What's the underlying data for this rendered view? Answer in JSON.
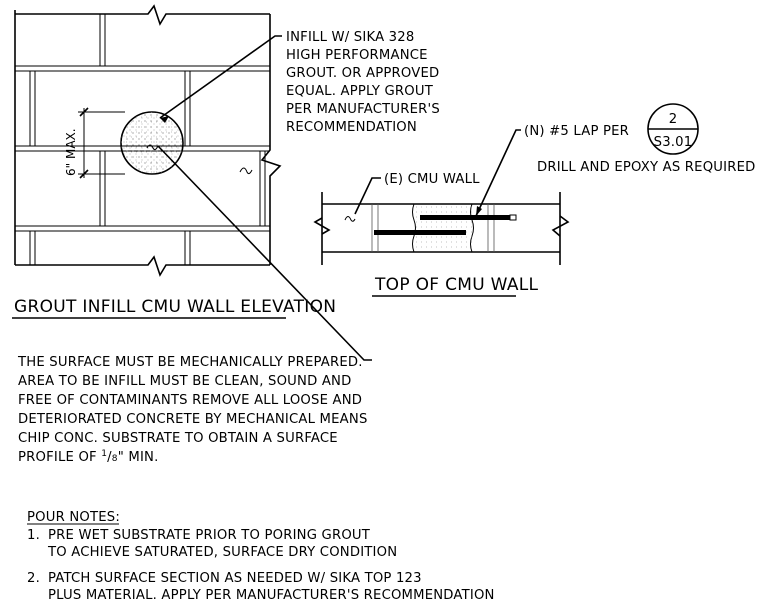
{
  "elevation": {
    "title": "GROUT INFILL CMU WALL ELEVATION",
    "dimension_label": "6\" MAX."
  },
  "infill_note": {
    "lines": [
      "INFILL W/ SIKA 328",
      "HIGH PERFORMANCE",
      "GROUT. OR APPROVED",
      "EQUAL. APPLY GROUT",
      "PER MANUFACTURER'S",
      "RECOMMENDATION"
    ]
  },
  "top_view": {
    "title": "TOP OF CMU WALL",
    "cmu_wall_label": "(E) CMU WALL",
    "lap_label": "(N) #5 LAP PER",
    "drill_note": "DRILL AND EPOXY AS REQUIRED",
    "section_tag": {
      "number": "2",
      "sheet": "S3.01"
    }
  },
  "surface_note": {
    "lines": [
      "THE SURFACE MUST BE MECHANICALLY PREPARED.",
      "AREA TO BE INFILL MUST BE CLEAN, SOUND AND",
      "FREE OF CONTAMINANTS REMOVE ALL LOOSE AND",
      "DETERIORATED CONCRETE BY MECHANICAL MEANS",
      "CHIP CONC. SUBSTRATE TO OBTAIN A SURFACE"
    ],
    "last_line_prefix": "PROFILE OF ",
    "fraction_num": "1",
    "fraction_den": "8",
    "last_line_suffix": "\" MIN."
  },
  "pour_notes": {
    "heading": "POUR NOTES:",
    "items": [
      {
        "number": "1.",
        "line1": "PRE WET SUBSTRATE PRIOR TO PORING GROUT",
        "line2": "TO ACHIEVE SATURATED, SURFACE DRY CONDITION"
      },
      {
        "number": "2.",
        "line1": "PATCH SURFACE SECTION AS NEEDED W/ SIKA TOP 123",
        "line2": "PLUS MATERIAL. APPLY PER MANUFACTURER'S RECOMMENDATION"
      }
    ]
  }
}
